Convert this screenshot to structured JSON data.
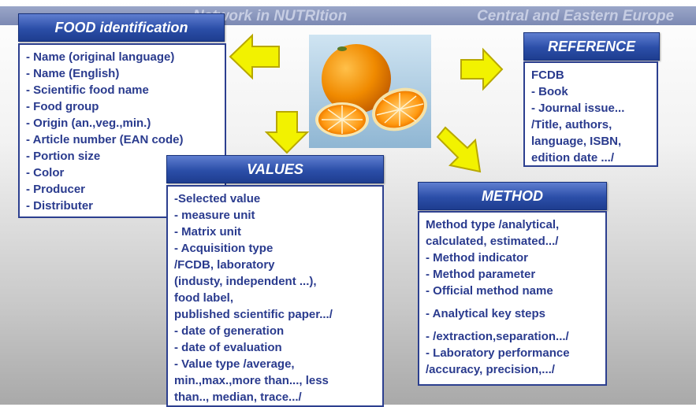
{
  "banner": {
    "left_text": "Network in NUTRItion",
    "right_text": "Central and Eastern Europe"
  },
  "food": {
    "title": "FOOD identification",
    "items": [
      "- Name (original language)",
      "- Name (English)",
      "- Scientific food name",
      "- Food group",
      "- Origin (an.,veg.,min.)",
      "- Article number (EAN code)",
      "- Portion size",
      "- Color",
      "- Producer",
      "- Distributer"
    ]
  },
  "reference": {
    "title": "REFERENCE",
    "items": [
      "FCDB",
      "- Book",
      "- Journal issue...",
      "  /Title, authors,",
      "language, ISBN,",
      "edition date  .../"
    ]
  },
  "values": {
    "title": "VALUES",
    "items": [
      "-Selected value",
      "- measure unit",
      "- Matrix unit",
      "- Acquisition type",
      "   /FCDB, laboratory",
      "  (industy,  independent ...),",
      "  food label,",
      "    published scientific paper.../",
      "- date of generation",
      "- date of evaluation",
      "- Value type  /average,",
      "min.,max.,more than..., less",
      "than.., median,  trace.../"
    ]
  },
  "method": {
    "title": "METHOD",
    "items": [
      "Method type /analytical,",
      "calculated, estimated.../",
      "- Method indicator",
      "- Method parameter",
      "- Official method name"
    ],
    "items_2": [
      "- Analytical key steps"
    ],
    "items_3": [
      "- /extraction,separation.../",
      "- Laboratory performance",
      "/accuracy, precision,.../"
    ]
  },
  "colors": {
    "header_blue": "#2b4ea8",
    "text_blue": "#2a3b8e",
    "arrow_yellow": "#f2f200",
    "arrow_outline": "#b8a800"
  },
  "icons": [
    "arrow-left-icon",
    "arrow-right-icon",
    "arrow-down-icon",
    "arrow-down-right-icon",
    "orange-fruit-image"
  ]
}
